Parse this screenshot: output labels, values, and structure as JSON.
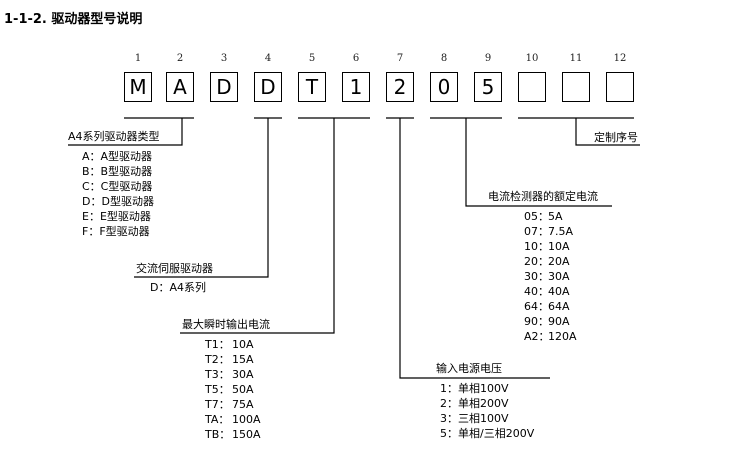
{
  "heading": "1-1-2. 驱动器型号说明",
  "positions": [
    "1",
    "2",
    "3",
    "4",
    "5",
    "6",
    "7",
    "8",
    "9",
    "10",
    "11",
    "12"
  ],
  "boxes": [
    "M",
    "A",
    "D",
    "D",
    "T",
    "1",
    "2",
    "0",
    "5",
    "",
    "",
    ""
  ],
  "series": {
    "title": "A4系列驱动器类型",
    "items": [
      "A：A型驱动器",
      "B：B型驱动器",
      "C：C型驱动器",
      "D：D型驱动器",
      "E：E型驱动器",
      "F：F型驱动器"
    ]
  },
  "servo": {
    "title": "交流伺服驱动器",
    "items": [
      "D：A4系列"
    ]
  },
  "peak_current": {
    "title": "最大瞬时输出电流",
    "items": [
      {
        "code": "T1：",
        "value": "10A"
      },
      {
        "code": "T2：",
        "value": "15A"
      },
      {
        "code": "T3：",
        "value": "30A"
      },
      {
        "code": "T5：",
        "value": "50A"
      },
      {
        "code": "T7：",
        "value": "75A"
      },
      {
        "code": "TA：",
        "value": "100A"
      },
      {
        "code": "TB：",
        "value": "150A"
      }
    ]
  },
  "voltage": {
    "title": "输入电源电压",
    "items": [
      "1：单相100V",
      "2：单相200V",
      "3：三相100V",
      "5：单相/三相200V"
    ]
  },
  "detector": {
    "title": "电流检测器的额定电流",
    "items": [
      {
        "code": "05：",
        "value": "5A"
      },
      {
        "code": "07：",
        "value": "7.5A"
      },
      {
        "code": "10：",
        "value": "10A"
      },
      {
        "code": "20：",
        "value": "20A"
      },
      {
        "code": "30：",
        "value": "30A"
      },
      {
        "code": "40：",
        "value": "40A"
      },
      {
        "code": "64：",
        "value": "64A"
      },
      {
        "code": "90：",
        "value": "90A"
      },
      {
        "code": "A2：",
        "value": "120A"
      }
    ]
  },
  "custom": {
    "title": "定制序号"
  }
}
